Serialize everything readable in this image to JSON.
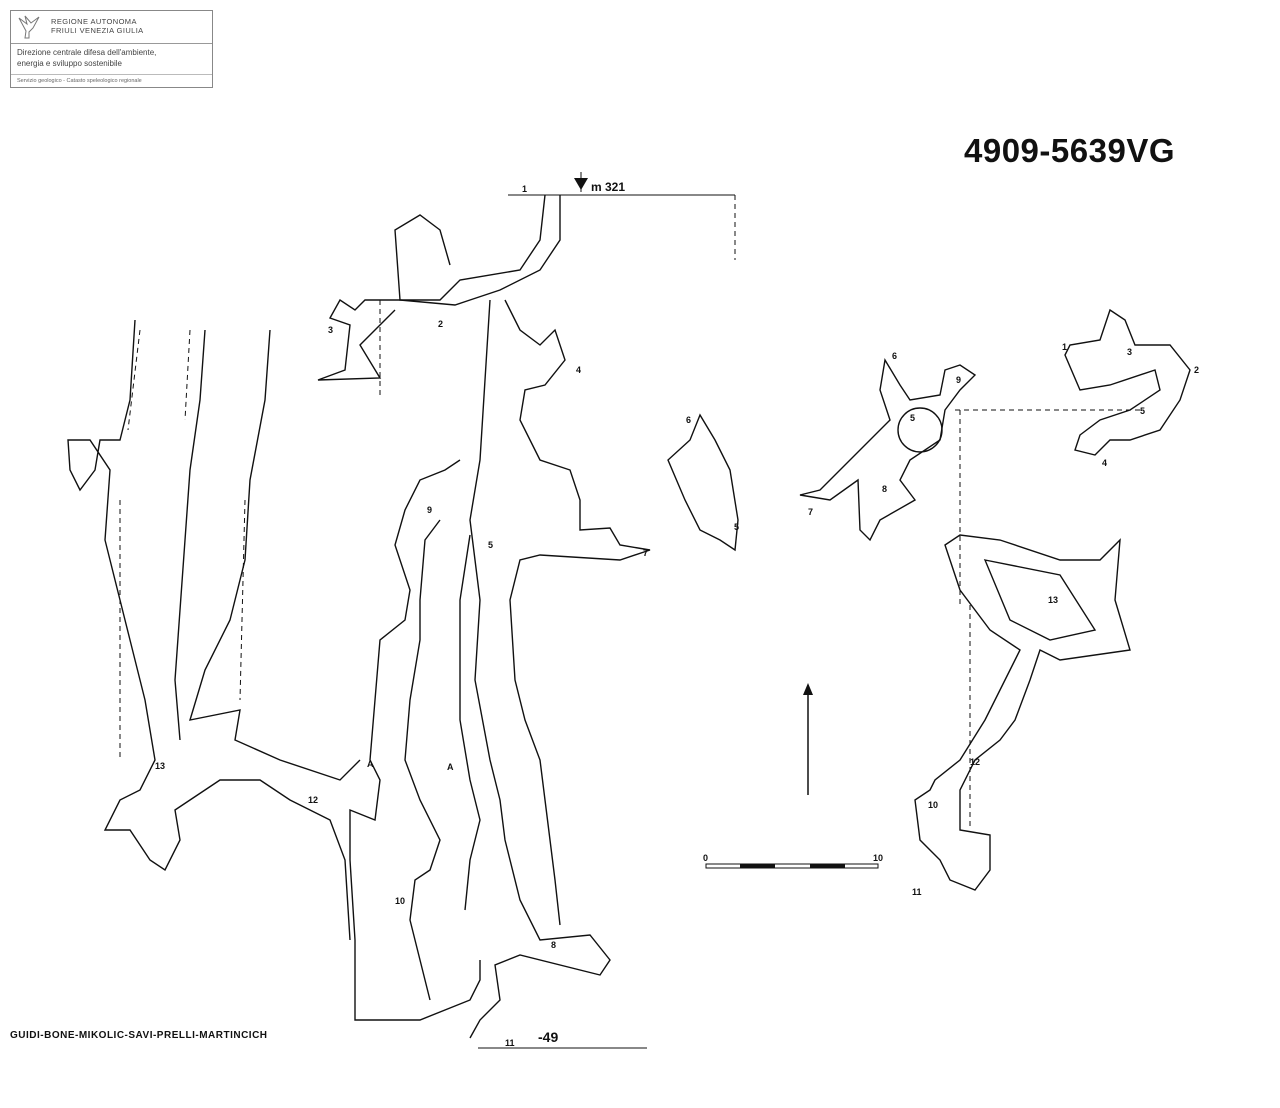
{
  "header": {
    "region_line1": "REGIONE AUTONOMA",
    "region_line2": "FRIULI VENEZIA GIULIA",
    "direction_line1": "Direzione centrale difesa dell'ambiente,",
    "direction_line2": "energia e sviluppo sostenibile",
    "service": "Servizio geologico - Catasto speleologico regionale"
  },
  "cave_code": "4909-5639VG",
  "authors": "GUIDI-BONE-MIKOLIC-SAVI-PRELLI-MARTINCICH",
  "section": {
    "entrance_altitude": "m 321",
    "depth": "-49",
    "labels": [
      "1",
      "2",
      "3",
      "4",
      "5",
      "6",
      "7",
      "8",
      "9",
      "10",
      "11",
      "12",
      "13",
      "A",
      "A"
    ],
    "extra_labels": [
      "6",
      "5"
    ]
  },
  "plan": {
    "labels": [
      "1",
      "2",
      "3",
      "4",
      "5",
      "5",
      "6",
      "7",
      "8",
      "9",
      "10",
      "11",
      "12",
      "13"
    ]
  },
  "scale": {
    "start": "0",
    "end": "10"
  }
}
